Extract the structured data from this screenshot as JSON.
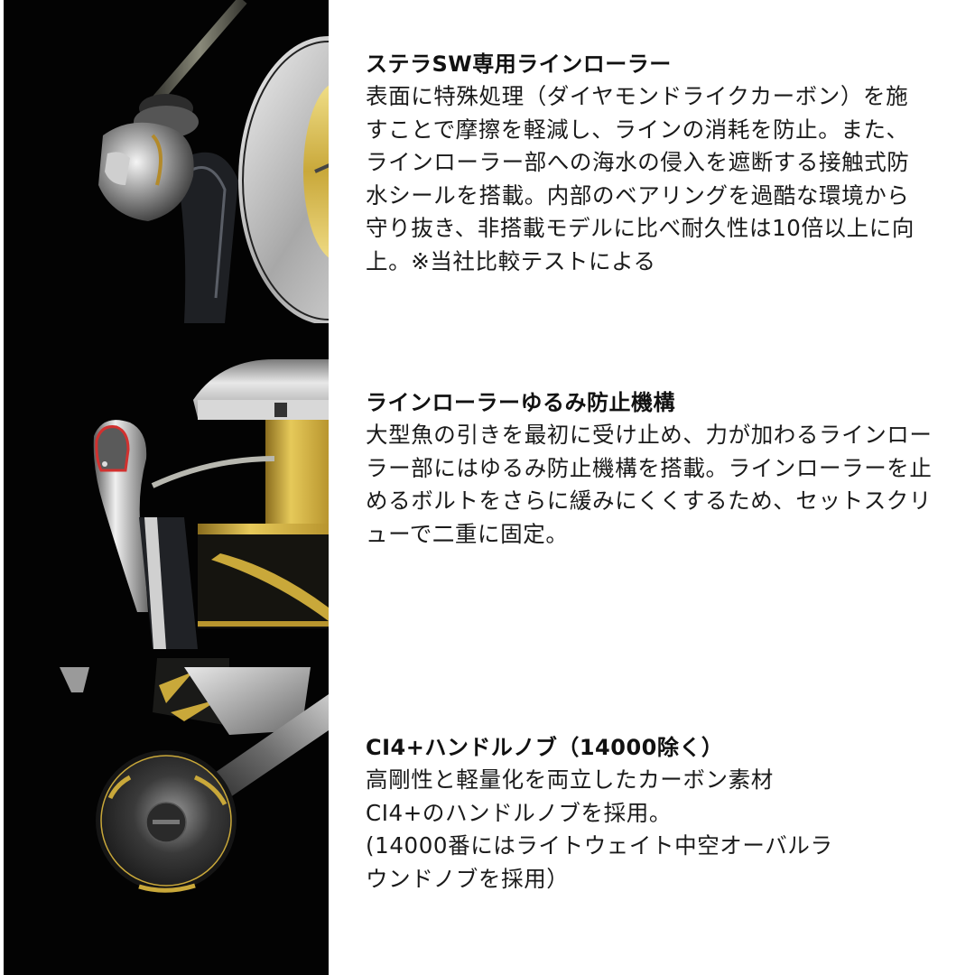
{
  "colors": {
    "background": "#ffffff",
    "photo_background": "#030303",
    "text": "#1a1a1a",
    "gold_accent": "#c9a83a",
    "highlight_red": "#d2312f"
  },
  "features": [
    {
      "title": "ステラSW専用ラインローラー",
      "image": "line-roller-closeup-photo",
      "lines": [
        "表面に特殊処理（ダイヤモンドライクカーボン）を施",
        "すことで摩擦を軽減し、ラインの消耗を防止。また、",
        "ラインローラー部への海水の侵入を遮断する接触式防",
        "水シールを搭載。内部のベアリングを過酷な環境から",
        "守り抜き、非搭載モデルに比べ耐久性は10倍以上に向",
        "上。※当社比較テストによる"
      ]
    },
    {
      "title": "ラインローラーゆるみ防止機構",
      "image": "line-roller-loosening-prevention-photo",
      "lines": [
        "大型魚の引きを最初に受け止め、力が加わるラインロー",
        "ラー部にはゆるみ防止機構を搭載。ラインローラーを止",
        "めるボルトをさらに緩みにくくするため、セットスクリ",
        "ューで二重に固定。"
      ]
    },
    {
      "title": "CI4+ハンドルノブ（14000除く）",
      "image": "handle-knob-photo",
      "lines": [
        "高剛性と軽量化を両立したカーボン素材",
        "CI4+のハンドルノブを採用。",
        "(14000番にはライトウェイト中空オーバルラ",
        "ウンドノブを採用）"
      ]
    }
  ]
}
